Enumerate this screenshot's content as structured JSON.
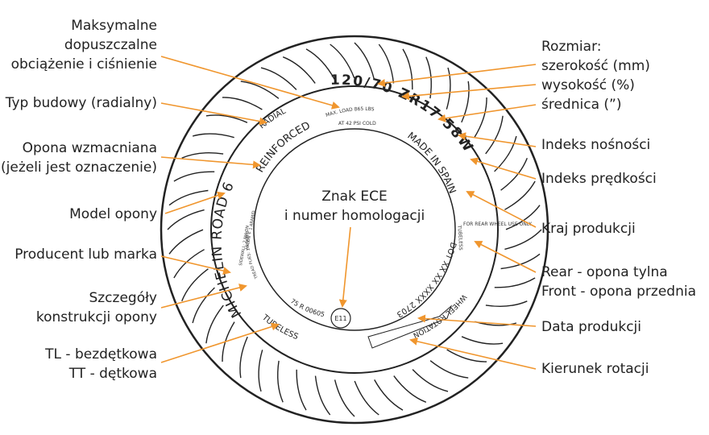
{
  "colors": {
    "arrow": "#f0962e",
    "ink": "#222222",
    "background": "#ffffff"
  },
  "labels_left": [
    {
      "lines": [
        "Maksymalne",
        "dopuszczalne",
        "obciążenie i ciśnienie"
      ]
    },
    {
      "lines": [
        "Typ budowy (radialny)"
      ]
    },
    {
      "lines": [
        "Opona wzmacniana",
        "(jeżeli jest oznaczenie)"
      ]
    },
    {
      "lines": [
        "Model opony"
      ]
    },
    {
      "lines": [
        "Producent lub marka"
      ]
    },
    {
      "lines": [
        "Szczegóły",
        "konstrukcji opony"
      ]
    },
    {
      "lines": [
        "TL - bezdętkowa",
        "TT - dętkowa"
      ]
    }
  ],
  "labels_right": [
    {
      "lines": [
        "Rozmiar:",
        "szerokość (mm)",
        "wysokość (%)",
        "średnica (”)"
      ]
    },
    {
      "lines": [
        "Indeks nośności"
      ]
    },
    {
      "lines": [
        "Indeks prędkości"
      ]
    },
    {
      "lines": [
        "Kraj produkcji"
      ]
    },
    {
      "lines": [
        "Rear - opona tylna",
        "Front - opona przednia"
      ]
    },
    {
      "lines": [
        "Data produkcji"
      ]
    },
    {
      "lines": [
        "Kierunek rotacji"
      ]
    }
  ],
  "label_center": {
    "lines": [
      "Znak ECE",
      "i numer homologacji"
    ]
  },
  "tire_markings": {
    "size": "120/70 ZR17 58W",
    "max_load_1": "MAX. LOAD 865 LBS",
    "max_load_2": "AT 42 PSI COLD",
    "radial": "RADIAL",
    "reinforced": "REINFORCED",
    "model": "MICHELIN ROAD 6",
    "made_in": "MADE IN SPAIN",
    "rear_use_1": "TUBELESS",
    "rear_use_2": "FOR REAR WHEEL USE ONLY",
    "dot": "DOT XX XX XXXX 2703",
    "rotation": "WHEEL ROTATION",
    "tubeless": "TUBELESS",
    "ece_mark": "E11",
    "homologation": "75 R 00605",
    "construction_1": "TREAD PLIES: 1 ARAMID",
    "construction_2": "SIDEWALL: 2 NYLON",
    "construction_3": "NYLON + 1 ARAMID"
  }
}
